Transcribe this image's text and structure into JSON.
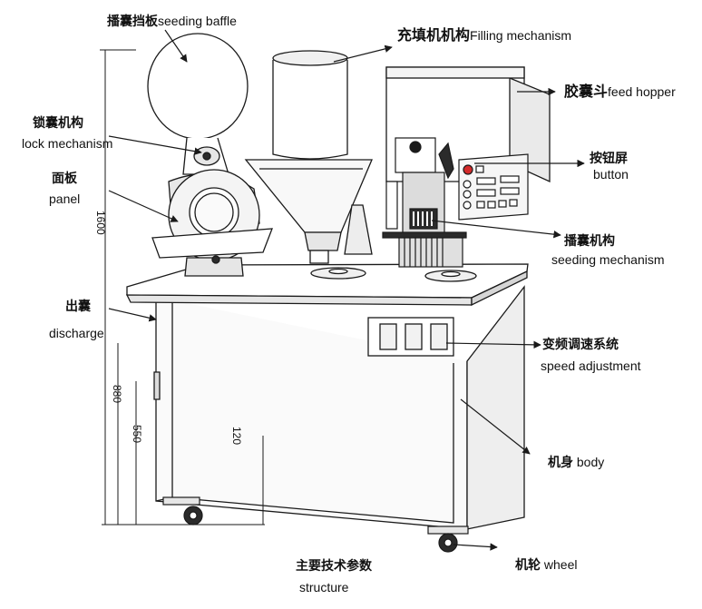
{
  "labels": {
    "seeding_baffle": {
      "zh": "播囊挡板",
      "en": "seeding baffle"
    },
    "filling_mechanism": {
      "zh": "充填机机构",
      "en": "Filling mechanism"
    },
    "feed_hopper": {
      "zh": "胶囊斗",
      "en": "feed hopper"
    },
    "lock_mechanism": {
      "zh": "锁囊机构",
      "en": "lock mechanism"
    },
    "button": {
      "zh": "按钮屏",
      "en": "button"
    },
    "panel": {
      "zh": "面板",
      "en": "panel"
    },
    "seeding_mechanism": {
      "zh": "播囊机构",
      "en": "seeding mechanism"
    },
    "discharge": {
      "zh": "出囊",
      "en": "discharge"
    },
    "speed_adjustment": {
      "zh": "变频调速系统",
      "en": "speed adjustment"
    },
    "body": {
      "zh": "机身",
      "en": "body"
    },
    "wheel": {
      "zh": "机轮",
      "en": "wheel"
    },
    "structure": {
      "zh": "主要技术参数",
      "en": "structure"
    }
  },
  "dimensions": {
    "total_height": "1600",
    "table_height": "880",
    "lower_height": "550",
    "leg_height": "120"
  },
  "colors": {
    "line": "#1a1a1a",
    "fill": "#ffffff",
    "shade": "#e6e6e6",
    "dark": "#2b2b2b",
    "accent_red": "#d42a2a"
  }
}
